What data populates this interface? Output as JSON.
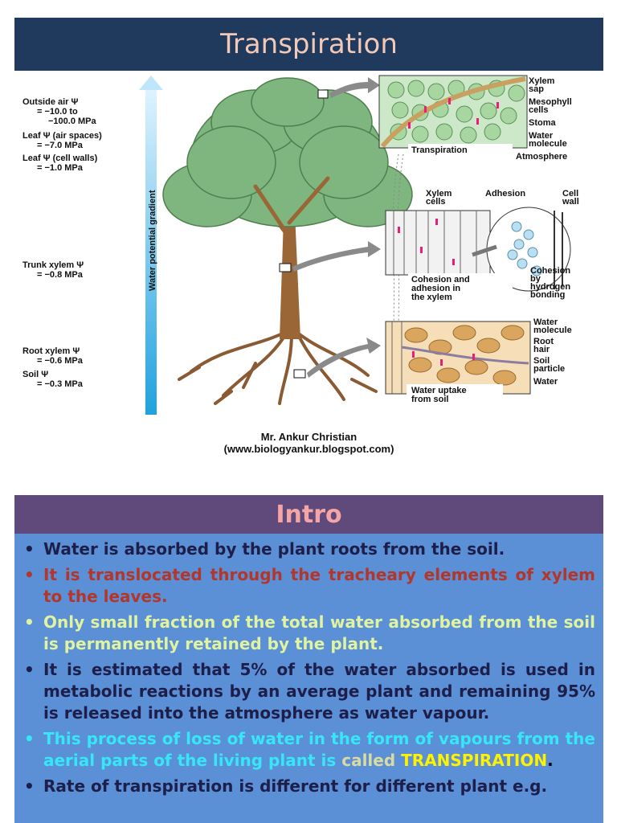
{
  "slide1": {
    "title": "Transpiration",
    "figure": {
      "left_labels": {
        "outside_air_1": "Outside air Ψ",
        "outside_air_2": "= −10.0 to",
        "outside_air_3": "−100.0 MPa",
        "leaf_air_1": "Leaf Ψ (air spaces)",
        "leaf_air_2": "= −7.0 MPa",
        "leaf_wall_1": "Leaf Ψ (cell walls)",
        "leaf_wall_2": "= −1.0 MPa",
        "trunk_1": "Trunk xylem Ψ",
        "trunk_2": "= −0.8 MPa",
        "root_1": "Root xylem Ψ",
        "root_2": "= −0.6 MPa",
        "soil_1": "Soil Ψ",
        "soil_2": "= −0.3 MPa"
      },
      "gradient_label": "Water potential gradient",
      "leaf_panel": {
        "xylem_sap_1": "Xylem",
        "xylem_sap_2": "sap",
        "mesophyll_1": "Mesophyll",
        "mesophyll_2": "cells",
        "stoma": "Stoma",
        "water_molecule_1": "Water",
        "water_molecule_2": "molecule",
        "atmosphere": "Atmosphere",
        "caption": "Transpiration"
      },
      "stem_panel": {
        "xylem_cells_1": "Xylem",
        "xylem_cells_2": "cells",
        "adhesion": "Adhesion",
        "cell_wall_1": "Cell",
        "cell_wall_2": "wall",
        "caption_1": "Cohesion and",
        "caption_2": "adhesion in",
        "caption_3": "the xylem",
        "cohesion_1": "Cohesion",
        "cohesion_2": "by",
        "cohesion_3": "hydrogen",
        "cohesion_4": "bonding"
      },
      "root_panel": {
        "water_molecule_1": "Water",
        "water_molecule_2": "molecule",
        "root_hair_1": "Root",
        "root_hair_2": "hair",
        "soil_particle_1": "Soil",
        "soil_particle_2": "particle",
        "water": "Water",
        "caption_1": "Water uptake",
        "caption_2": "from soil"
      }
    },
    "credit_line1": "Mr. Ankur Christian",
    "credit_line2": "(www.biologyankur.blogspot.com)"
  },
  "slide2": {
    "heading": "Intro",
    "bullets": {
      "b1": "Water is absorbed by the plant roots from the soil.",
      "b2": "It is translocated through the tracheary elements of xylem to the leaves.",
      "b3": "Only small fraction of the total water absorbed from the soil is permanently retained by the plant.",
      "b4": "It is estimated that 5% of the water absorbed is used in metabolic reactions by an average plant and remaining 95% is released into the atmosphere as water vapour.",
      "b5_main": "This process of loss of water in the form of vapours from the aerial parts of the living plant is",
      "b5_called": "called",
      "b5_term": "TRANSPIRATION",
      "b5_period": ".",
      "b6": "Rate of transpiration is different for different plant e.g."
    }
  },
  "colors": {
    "title_bar": "#1f3a5c",
    "title_text": "#f2c9b8",
    "intro_header": "#604a7b",
    "intro_heading_text": "#f4a6a6",
    "intro_body": "#5b8fd6"
  }
}
